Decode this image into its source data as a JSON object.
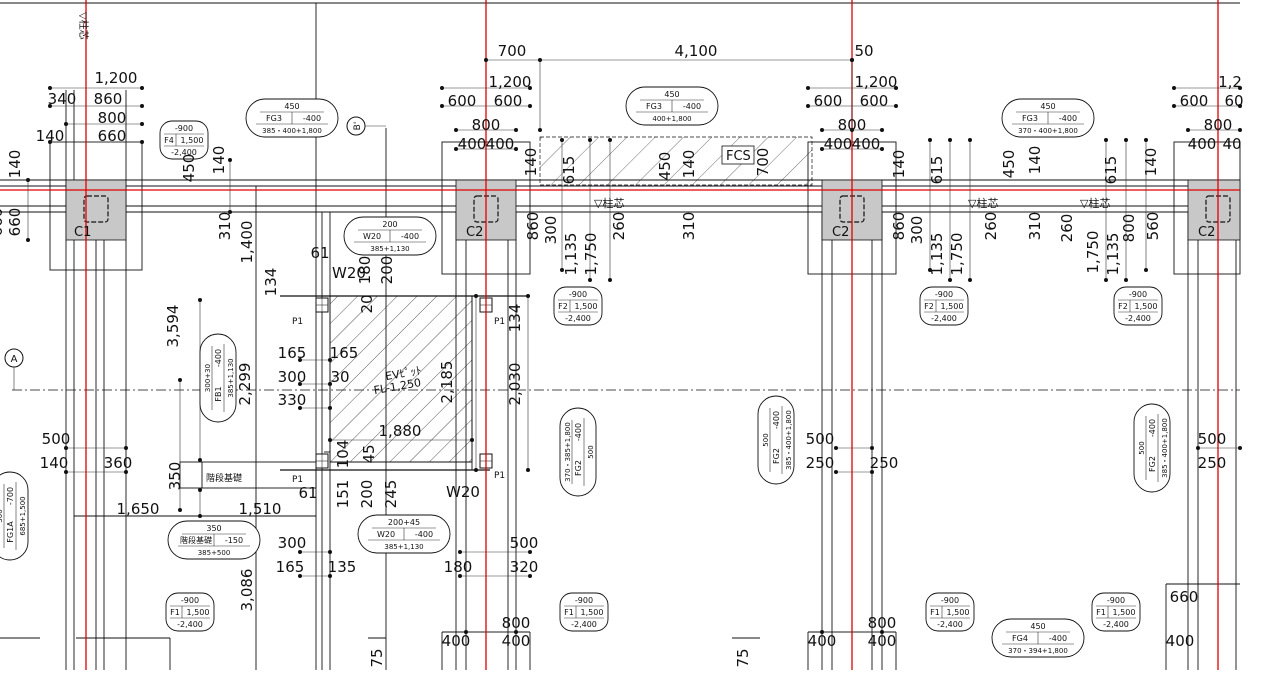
{
  "axis_marks": {
    "A": "A",
    "B": "B'"
  },
  "columns": {
    "c1": "C1",
    "c2a": "C2",
    "c2b": "C2",
    "c2c": "C2"
  },
  "level_marks": {
    "m1": "▽柱芯",
    "m2": "▽柱芯",
    "m3": "▽柱芯",
    "m4": "▽柱芯"
  },
  "labels": {
    "fcs": "FCS",
    "ev_pit": "EVﾋﾟｯﾄ",
    "ev_fl": "FL-1,250",
    "stair_base": "階段基礎",
    "w20_a": "W20",
    "w20_b": "W20",
    "p1_a": "P1",
    "p1_b": "P1",
    "p1_c": "P1",
    "p1_d": "P1"
  },
  "beam_tags": [
    {
      "id": "fg3a",
      "top": "450",
      "name": "FG3",
      "lvl": "-400",
      "bot": "385・400+1,800"
    },
    {
      "id": "fg3b",
      "top": "450",
      "name": "FG3",
      "lvl": "-400",
      "bot": "400+1,800"
    },
    {
      "id": "fg3c",
      "top": "450",
      "name": "FG3",
      "lvl": "-400",
      "bot": "370・400+1,800"
    },
    {
      "id": "w20tag",
      "top": "200",
      "name": "W20",
      "lvl": "-400",
      "bot": "385+1,130"
    },
    {
      "id": "w20tag2",
      "top": "200+45",
      "name": "W20",
      "lvl": "-400",
      "bot": "385+1,130"
    },
    {
      "id": "stairtag",
      "top": "350",
      "name": "階段基礎",
      "lvl": "-150",
      "bot": "385+500"
    },
    {
      "id": "fg4",
      "top": "450",
      "name": "FG4",
      "lvl": "-400",
      "bot": "370・394+1,800"
    }
  ],
  "v_tags": [
    {
      "id": "fb1",
      "top": "300+30",
      "name": "FB1",
      "lvl": "-400",
      "bot": "385+1,130"
    },
    {
      "id": "fg2v1",
      "top": "370・385+1,800",
      "name": "FG2",
      "lvl": "-400",
      "bot": "500"
    },
    {
      "id": "fg2v2",
      "top": "500",
      "name": "FG2",
      "lvl": "-400",
      "bot": "385・400+1,800"
    },
    {
      "id": "fg2v3",
      "top": "500",
      "name": "FG2",
      "lvl": "-400",
      "bot": "385・400+1,800"
    },
    {
      "id": "fg1a",
      "top": "500",
      "name": "FG1A",
      "lvl": "-700",
      "bot": "685+1,500"
    }
  ],
  "footing_tags": [
    {
      "id": "f4",
      "top": "-900",
      "name": "F4",
      "size": "1,500",
      "bot": "-2,400"
    },
    {
      "id": "f2a",
      "top": "-900",
      "name": "F2",
      "size": "1,500",
      "bot": "-2,400"
    },
    {
      "id": "f2b",
      "top": "-900",
      "name": "F2",
      "size": "1,500",
      "bot": "-2,400"
    },
    {
      "id": "f2c",
      "top": "-900",
      "name": "F2",
      "size": "1,500",
      "bot": "-2,400"
    },
    {
      "id": "f1a",
      "top": "-900",
      "name": "F1",
      "size": "1,500",
      "bot": "-2,400"
    },
    {
      "id": "f1b",
      "top": "-900",
      "name": "F1",
      "size": "1,500",
      "bot": "-2,400"
    },
    {
      "id": "f1c",
      "top": "-900",
      "name": "F1",
      "size": "1,500",
      "bot": "-2,400"
    },
    {
      "id": "f1d",
      "top": "-900",
      "name": "F1",
      "size": "1,500",
      "bot": "-2,400"
    }
  ],
  "dims_h": [
    {
      "id": "d700",
      "text": "700"
    },
    {
      "id": "d4100",
      "text": "4,100"
    },
    {
      "id": "d50",
      "text": "50"
    },
    {
      "id": "d1200a",
      "text": "1,200"
    },
    {
      "id": "d340",
      "text": "340"
    },
    {
      "id": "d860",
      "text": "860"
    },
    {
      "id": "d800a",
      "text": "800"
    },
    {
      "id": "d140a",
      "text": "140"
    },
    {
      "id": "d660a",
      "text": "660"
    },
    {
      "id": "d1200b",
      "text": "1,200"
    },
    {
      "id": "d600a",
      "text": "600"
    },
    {
      "id": "d600b",
      "text": "600"
    },
    {
      "id": "d800b",
      "text": "800"
    },
    {
      "id": "d400a",
      "text": "400"
    },
    {
      "id": "d400b",
      "text": "400"
    },
    {
      "id": "d1200c",
      "text": "1,200"
    },
    {
      "id": "d600c",
      "text": "600"
    },
    {
      "id": "d600d",
      "text": "600"
    },
    {
      "id": "d800c",
      "text": "800"
    },
    {
      "id": "d400c",
      "text": "400"
    },
    {
      "id": "d400d",
      "text": "400"
    },
    {
      "id": "d1200d",
      "text": "1,2"
    },
    {
      "id": "d600e",
      "text": "600"
    },
    {
      "id": "d600f",
      "text": "60"
    },
    {
      "id": "d800d",
      "text": "800"
    },
    {
      "id": "d400e",
      "text": "400"
    },
    {
      "id": "d400f",
      "text": "40"
    },
    {
      "id": "d61",
      "text": "61"
    },
    {
      "id": "d165a",
      "text": "165"
    },
    {
      "id": "d165b",
      "text": "165"
    },
    {
      "id": "d300a",
      "text": "300"
    },
    {
      "id": "d30",
      "text": "30"
    },
    {
      "id": "d330",
      "text": "330"
    },
    {
      "id": "d1880",
      "text": "1,880"
    },
    {
      "id": "d500a",
      "text": "500"
    },
    {
      "id": "d140b",
      "text": "140"
    },
    {
      "id": "d360",
      "text": "360"
    },
    {
      "id": "d1650",
      "text": "1,650"
    },
    {
      "id": "d1510",
      "text": "1,510"
    },
    {
      "id": "d300b",
      "text": "300"
    },
    {
      "id": "d165c",
      "text": "165"
    },
    {
      "id": "d135",
      "text": "135"
    },
    {
      "id": "d500b",
      "text": "500"
    },
    {
      "id": "d180",
      "text": "180"
    },
    {
      "id": "d320",
      "text": "320"
    },
    {
      "id": "d500c",
      "text": "500"
    },
    {
      "id": "d250a",
      "text": "250"
    },
    {
      "id": "d250b",
      "text": "250"
    },
    {
      "id": "d500d",
      "text": "500"
    },
    {
      "id": "d250c",
      "text": "250"
    },
    {
      "id": "d800e",
      "text": "800"
    },
    {
      "id": "d400g",
      "text": "400"
    },
    {
      "id": "d400h",
      "text": "400"
    },
    {
      "id": "d800f",
      "text": "800"
    },
    {
      "id": "d400i",
      "text": "400"
    },
    {
      "id": "d400j",
      "text": "400"
    },
    {
      "id": "d660b",
      "text": "660"
    },
    {
      "id": "d400k",
      "text": "400"
    },
    {
      "id": "d61b",
      "text": "61"
    }
  ],
  "dims_v": [
    {
      "id": "v140a",
      "text": "140"
    },
    {
      "id": "v660",
      "text": "660"
    },
    {
      "id": "v450a",
      "text": "450"
    },
    {
      "id": "v140b",
      "text": "140"
    },
    {
      "id": "v310a",
      "text": "310"
    },
    {
      "id": "v1400",
      "text": "1,400"
    },
    {
      "id": "v134a",
      "text": "134"
    },
    {
      "id": "v3594",
      "text": "3,594"
    },
    {
      "id": "v2299",
      "text": "2,299"
    },
    {
      "id": "v180",
      "text": "180"
    },
    {
      "id": "v200a",
      "text": "200"
    },
    {
      "id": "v20",
      "text": "20"
    },
    {
      "id": "v2185",
      "text": "2,185"
    },
    {
      "id": "v2030",
      "text": "2,030"
    },
    {
      "id": "v134b",
      "text": "134"
    },
    {
      "id": "v140c",
      "text": "140"
    },
    {
      "id": "v615a",
      "text": "615"
    },
    {
      "id": "v860a",
      "text": "860"
    },
    {
      "id": "v300a",
      "text": "300"
    },
    {
      "id": "v1135a",
      "text": "1,135"
    },
    {
      "id": "v1750a",
      "text": "1,750"
    },
    {
      "id": "v260a",
      "text": "260"
    },
    {
      "id": "v450b",
      "text": "450"
    },
    {
      "id": "v140d",
      "text": "140"
    },
    {
      "id": "v310b",
      "text": "310"
    },
    {
      "id": "v700",
      "text": "700"
    },
    {
      "id": "v140e",
      "text": "140"
    },
    {
      "id": "v615b",
      "text": "615"
    },
    {
      "id": "v860b",
      "text": "860"
    },
    {
      "id": "v300b",
      "text": "300"
    },
    {
      "id": "v1135b",
      "text": "1,135"
    },
    {
      "id": "v1750b",
      "text": "1,750"
    },
    {
      "id": "v260b",
      "text": "260"
    },
    {
      "id": "v450c",
      "text": "450"
    },
    {
      "id": "v140f",
      "text": "140"
    },
    {
      "id": "v310c",
      "text": "310"
    },
    {
      "id": "v615c",
      "text": "615"
    },
    {
      "id": "v140g",
      "text": "140"
    },
    {
      "id": "v260c",
      "text": "260"
    },
    {
      "id": "v1750c",
      "text": "1,750"
    },
    {
      "id": "v1135c",
      "text": "1,135"
    },
    {
      "id": "v800",
      "text": "800"
    },
    {
      "id": "v560",
      "text": "560"
    },
    {
      "id": "v350",
      "text": "350"
    },
    {
      "id": "v151",
      "text": "151"
    },
    {
      "id": "v200b",
      "text": "200"
    },
    {
      "id": "v245",
      "text": "245"
    },
    {
      "id": "v104",
      "text": "104"
    },
    {
      "id": "v45",
      "text": "45"
    },
    {
      "id": "v3086",
      "text": "3,086"
    },
    {
      "id": "v660side",
      "text": "660"
    },
    {
      "id": "v75a",
      "text": "75"
    },
    {
      "id": "v75b",
      "text": "75"
    }
  ]
}
